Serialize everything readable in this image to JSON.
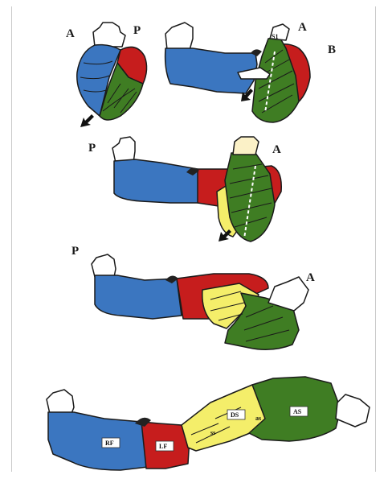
{
  "colors": {
    "blue": "#3b76c0",
    "red": "#c61d1d",
    "green": "#3f7d23",
    "yellow": "#f4ee6a",
    "outline": "#1a1a1a",
    "cap": "#ffffff"
  },
  "panel1": {
    "label_a": "A",
    "label_p": "P"
  },
  "panel2": {
    "label_a": "A",
    "label_b": "B",
    "small_mark": "S1"
  },
  "panel3": {
    "label_p": "P",
    "label_a": "A"
  },
  "panel4": {
    "label_p": "P",
    "label_a": "A"
  },
  "panel5": {
    "rf": "RF",
    "lf": "LF",
    "ds": "DS",
    "as": "AS",
    "small_mark_1": "ss",
    "small_mark_2": "as"
  },
  "icons": [
    "arrow-icon"
  ]
}
